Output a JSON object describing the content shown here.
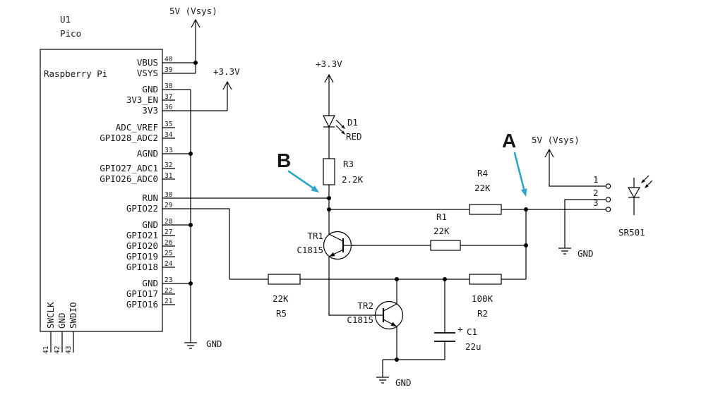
{
  "pico": {
    "refdes": "U1",
    "part": "Pico",
    "maker": "Raspberry Pi",
    "pins_right": [
      {
        "num": "40",
        "label": "VBUS"
      },
      {
        "num": "39",
        "label": "VSYS"
      },
      {
        "num": "38",
        "label": "GND"
      },
      {
        "num": "37",
        "label": "3V3_EN"
      },
      {
        "num": "36",
        "label": "3V3"
      },
      {
        "num": "35",
        "label": "ADC_VREF"
      },
      {
        "num": "34",
        "label": "GPIO28_ADC2"
      },
      {
        "num": "33",
        "label": "AGND"
      },
      {
        "num": "32",
        "label": "GPIO27_ADC1"
      },
      {
        "num": "31",
        "label": "GPIO26_ADC0"
      },
      {
        "num": "30",
        "label": "RUN"
      },
      {
        "num": "29",
        "label": "GPIO22"
      },
      {
        "num": "28",
        "label": "GND"
      },
      {
        "num": "27",
        "label": "GPIO21"
      },
      {
        "num": "26",
        "label": "GPIO20"
      },
      {
        "num": "25",
        "label": "GPIO19"
      },
      {
        "num": "24",
        "label": "GPIO18"
      },
      {
        "num": "23",
        "label": "GND"
      },
      {
        "num": "22",
        "label": "GPIO17"
      },
      {
        "num": "21",
        "label": "GPIO16"
      }
    ],
    "pins_bottom": [
      {
        "num": "41",
        "label": "SWCLK"
      },
      {
        "num": "42",
        "label": "GND"
      },
      {
        "num": "43",
        "label": "SWDIO"
      }
    ]
  },
  "power": {
    "top_5v": "5V (Vsys)",
    "left_3v3": "+3.3V",
    "mid_3v3": "+3.3V",
    "right_5v": "5V (Vsys)",
    "gnd_label": "GND"
  },
  "components": {
    "d1": {
      "ref": "D1",
      "color": "RED"
    },
    "r3": {
      "ref": "R3",
      "value": "2.2K"
    },
    "r5": {
      "ref": "R5",
      "value": "22K"
    },
    "r1": {
      "ref": "R1",
      "value": "22K"
    },
    "r4": {
      "ref": "R4",
      "value": "22K"
    },
    "r2": {
      "ref": "R2",
      "value": "100K"
    },
    "c1": {
      "ref": "C1",
      "value": "22u",
      "polarity": "+"
    },
    "tr1": {
      "ref": "TR1",
      "part": "C1815"
    },
    "tr2": {
      "ref": "TR2",
      "part": "C1815"
    },
    "sensor": {
      "ref": "SR501",
      "pins": [
        "1",
        "2",
        "3"
      ]
    }
  },
  "annotations": {
    "a": "A",
    "b": "B"
  },
  "colors": {
    "annotation": "#2fa5c9",
    "line": "#000000",
    "background": "#ffffff"
  }
}
